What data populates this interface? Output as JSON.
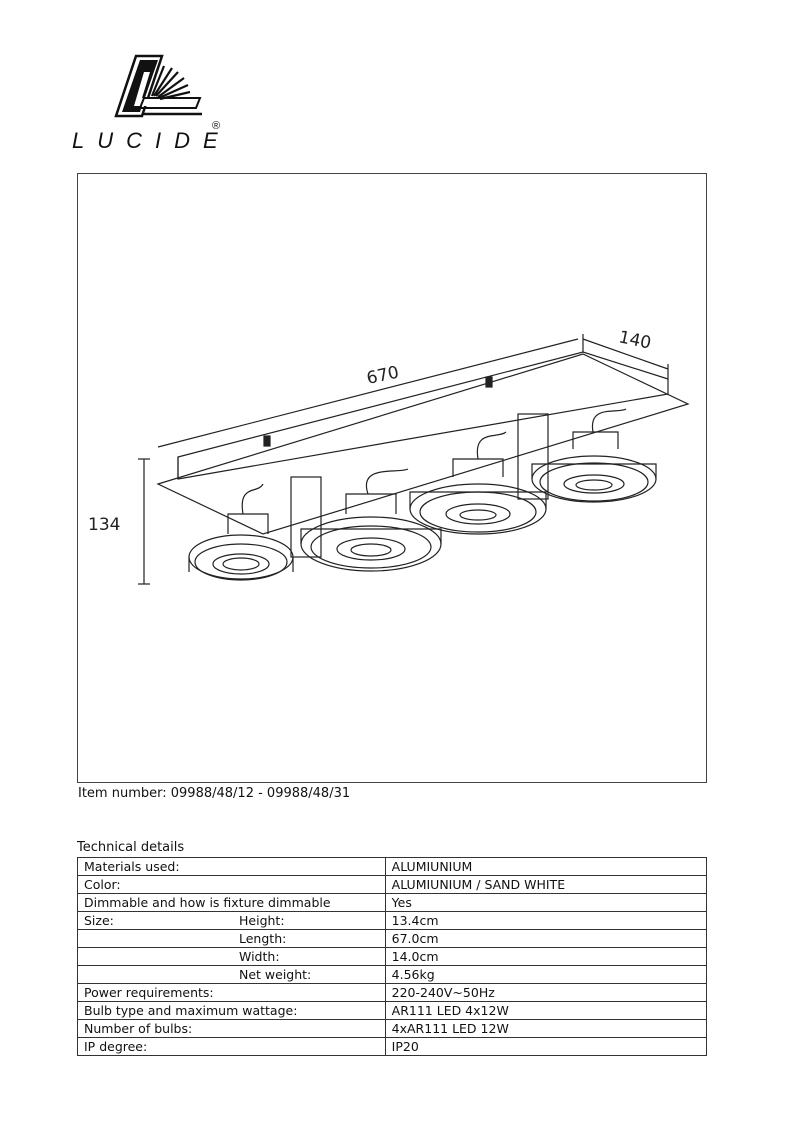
{
  "brand": {
    "name": "LUCIDE",
    "registered_mark": "®"
  },
  "drawing": {
    "dimensions": {
      "length": "670",
      "width": "140",
      "height": "134"
    }
  },
  "item": {
    "label": "Item number:",
    "numbers": "09988/48/12  -  09988/48/31"
  },
  "technical_details": {
    "title": "Technical details",
    "rows": [
      {
        "label": "Materials used:",
        "sub": "",
        "value": "ALUMIUNIUM"
      },
      {
        "label": "Color:",
        "sub": "",
        "value": "ALUMIUNIUM / SAND WHITE"
      },
      {
        "label": "Dimmable and how is fixture dimmable",
        "sub": "",
        "value": "Yes"
      },
      {
        "label": "Size:",
        "sub": "Height:",
        "value": "13.4cm"
      },
      {
        "label": "",
        "sub": "Length:",
        "value": "67.0cm"
      },
      {
        "label": "",
        "sub": "Width:",
        "value": "14.0cm"
      },
      {
        "label": "",
        "sub": "Net weight:",
        "value": "4.56kg"
      },
      {
        "label": "Power requirements:",
        "sub": "",
        "value": "220-240V~50Hz"
      },
      {
        "label": "Bulb type and maximum wattage:",
        "sub": "",
        "value": "AR111  LED  4x12W"
      },
      {
        "label": "Number of bulbs:",
        "sub": "",
        "value": "4xAR111  LED  12W"
      },
      {
        "label": "IP degree:",
        "sub": "",
        "value": "IP20"
      }
    ]
  }
}
